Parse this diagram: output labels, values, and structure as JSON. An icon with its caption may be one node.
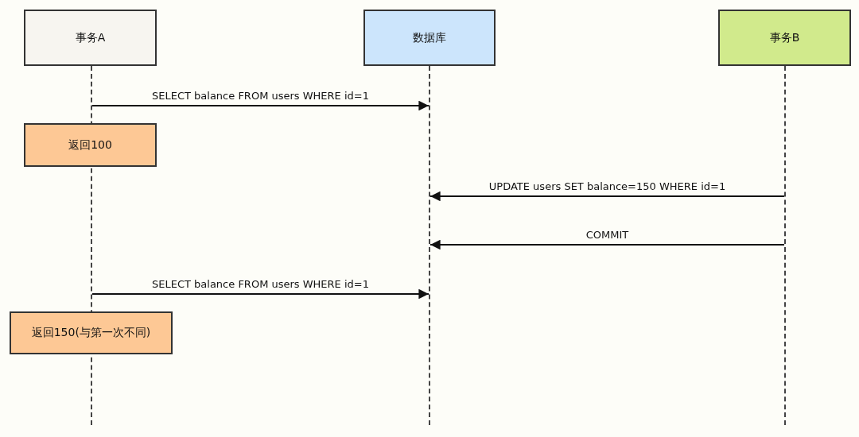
{
  "diagram": {
    "nodes": [
      {
        "text": [
          "事务A"
        ]
      },
      {
        "text": [
          "数据库"
        ]
      },
      {
        "text": [
          "事务B"
        ]
      },
      {
        "text": [],
        "shape": "line"
      },
      {
        "text": [],
        "shape": "line"
      },
      {
        "text": [],
        "shape": "line"
      },
      {
        "text": [
          "返回100"
        ]
      },
      {
        "text": [
          "返回150(与第一次不同)"
        ]
      }
    ],
    "edges": [
      {
        "from": 3,
        "to": 4,
        "arrow": "to",
        "label": "SELECT balance FROM users WHERE id=1"
      },
      {
        "from": 5,
        "to": 4,
        "arrow": "to",
        "label": "UPDATE users SET balance=150 WHERE id=1"
      },
      {
        "from": 5,
        "to": 4,
        "arrow": "to",
        "label": "COMMIT"
      },
      {
        "from": 3,
        "to": 4,
        "arrow": "to",
        "label": "SELECT balance FROM users WHERE id=1"
      }
    ]
  }
}
